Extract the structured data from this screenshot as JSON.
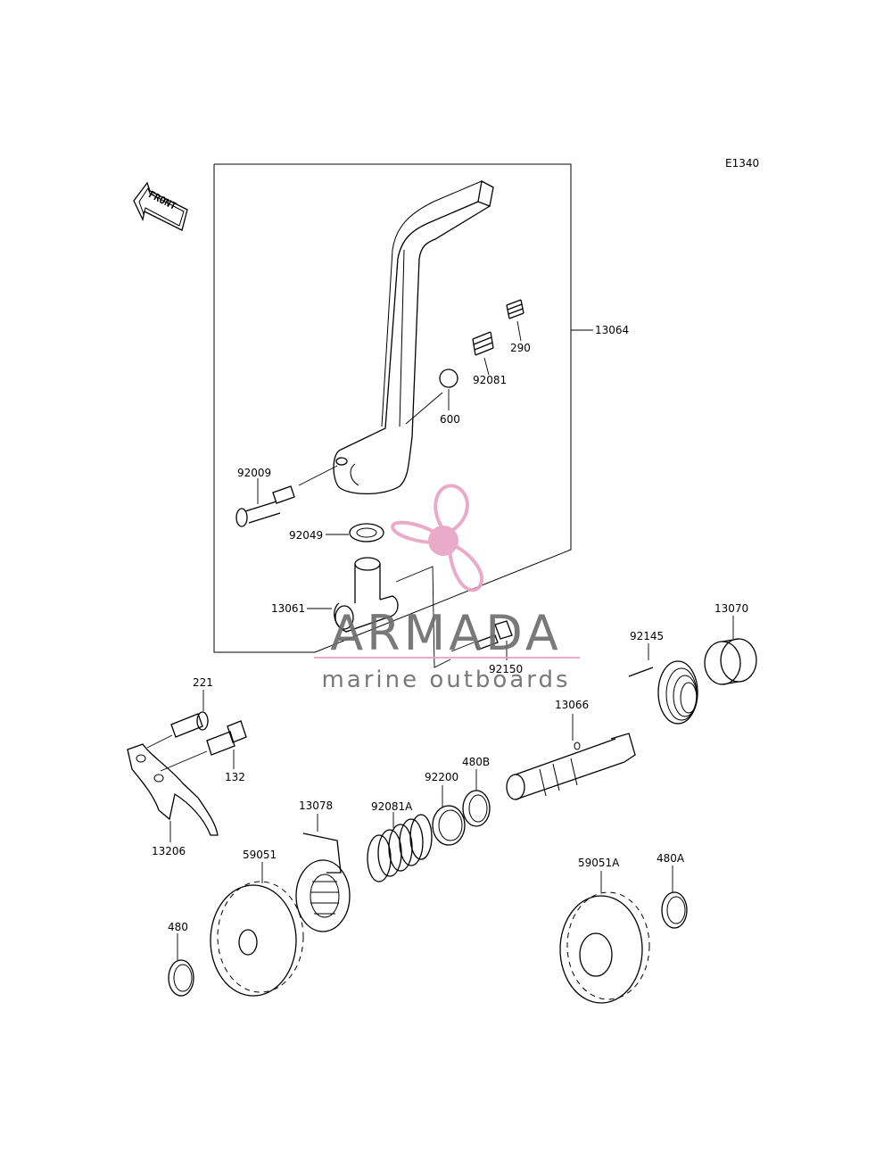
{
  "diagram_code": "E1340",
  "front_label": "FRONT",
  "parts": {
    "p13064": "13064",
    "p290": "290",
    "p92081": "92081",
    "p600": "600",
    "p92009": "92009",
    "p92049": "92049",
    "p13061": "13061",
    "p92150": "92150",
    "p92145": "92145",
    "p13070": "13070",
    "p221": "221",
    "p132": "132",
    "p13206": "13206",
    "p13066": "13066",
    "p480B": "480B",
    "p92200": "92200",
    "p92081A": "92081A",
    "p13078": "13078",
    "p59051": "59051",
    "p480": "480",
    "p59051A": "59051A",
    "p480A": "480A"
  },
  "watermark": {
    "brand": "ARMADA",
    "tagline": "marine outboards",
    "brand_color": "#e8a3c6",
    "text_color": "#6b6b6b"
  }
}
